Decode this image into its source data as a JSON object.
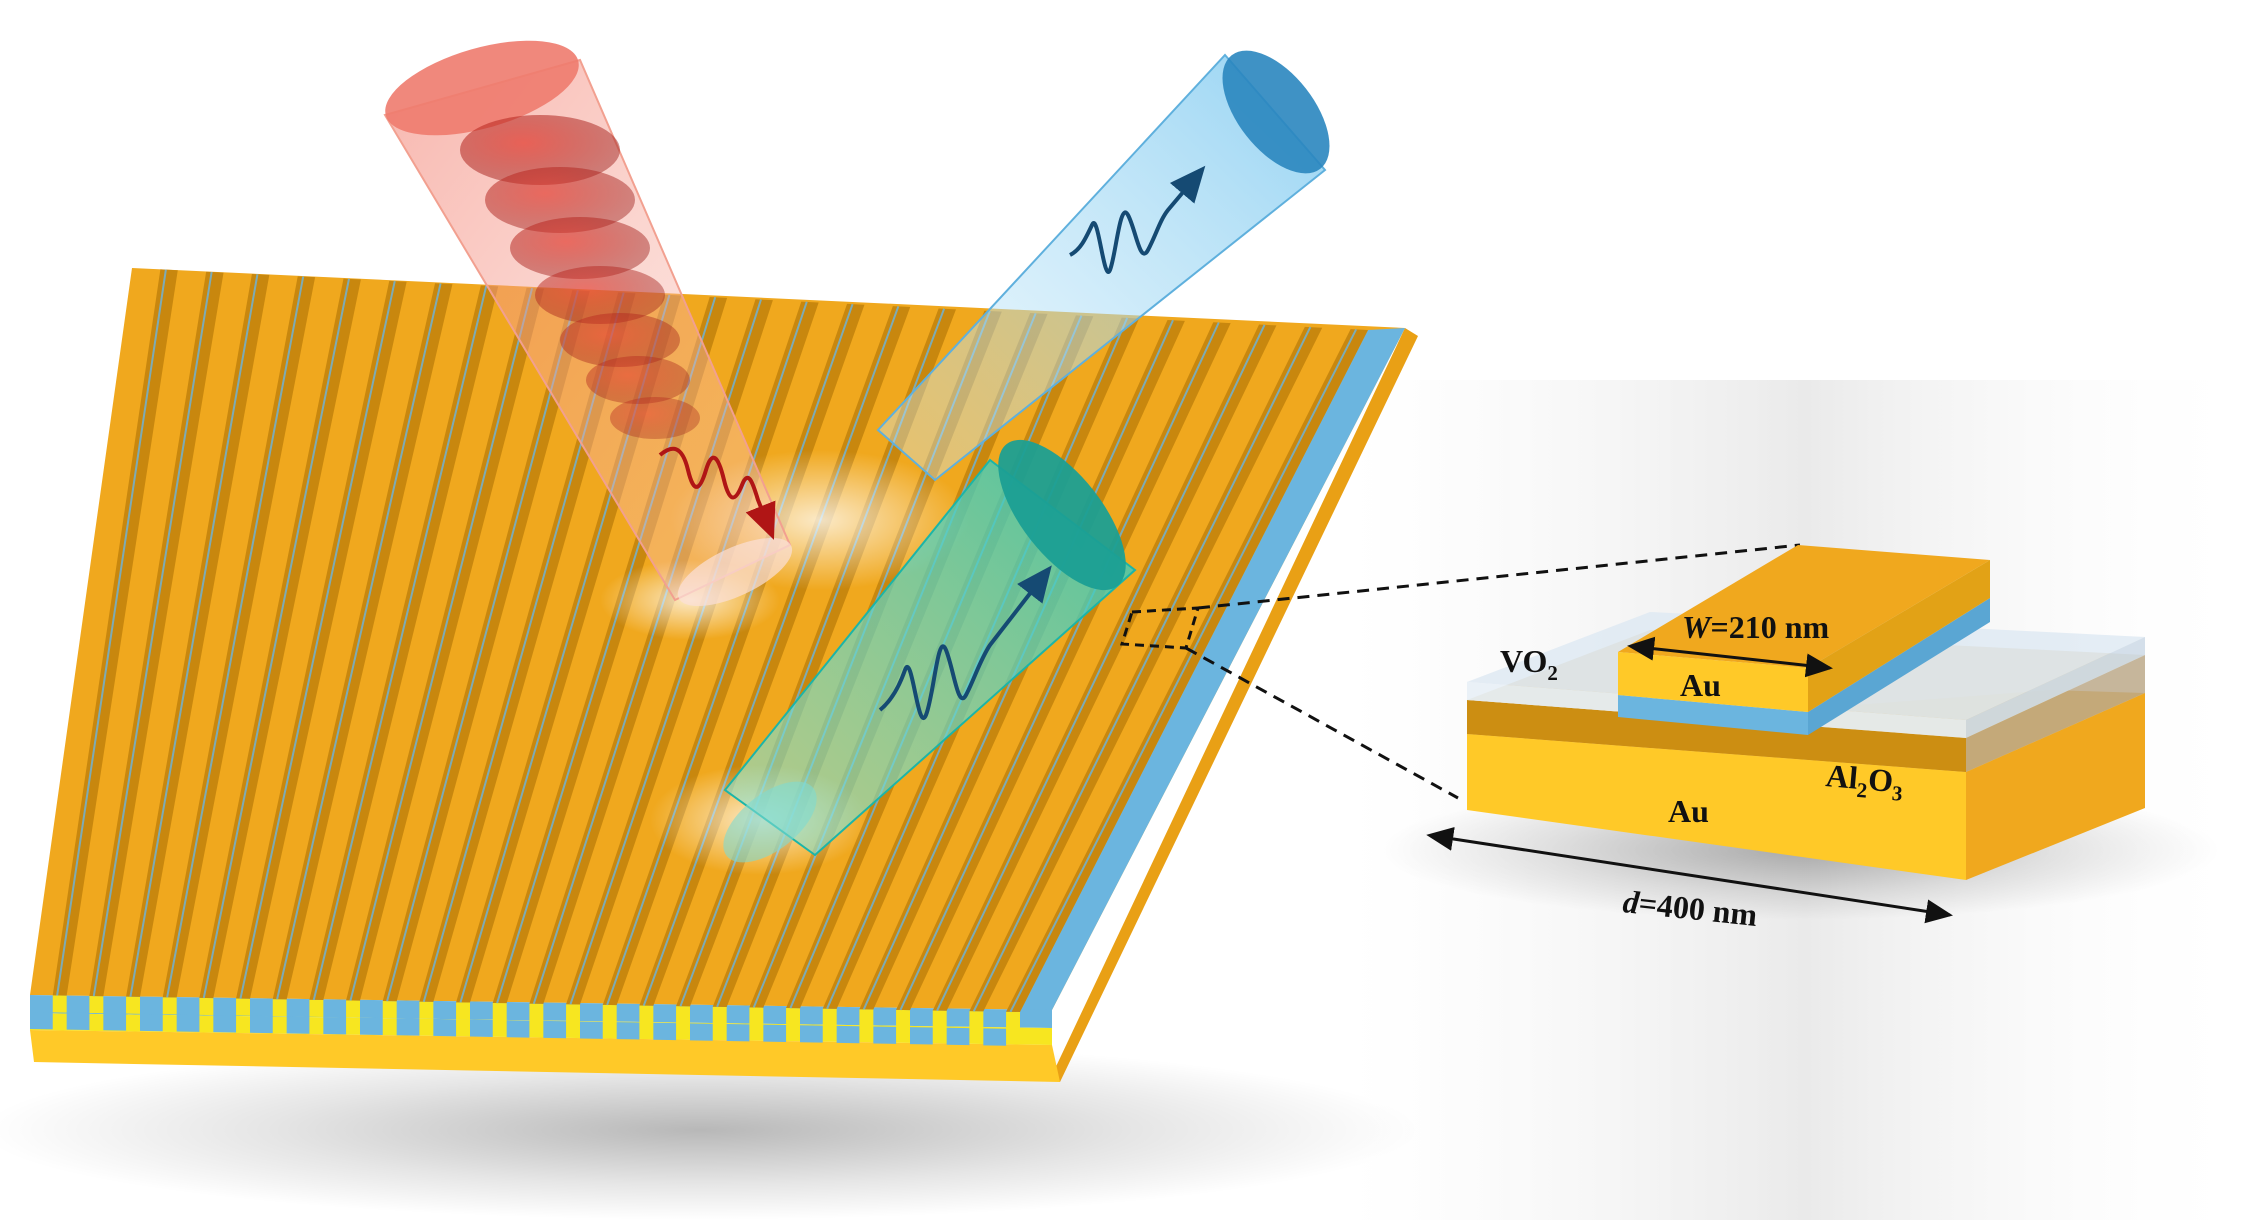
{
  "labels": {
    "vo2": {
      "main": "VO",
      "sub": "2"
    },
    "width": {
      "var": "W",
      "rest": "=210 nm"
    },
    "au_top": "Au",
    "al2o3": {
      "a": "Al",
      "s1": "2",
      "b": "O",
      "s2": "3"
    },
    "au_bottom": "Au",
    "period": {
      "var": "d",
      "rest": "=400 nm"
    }
  },
  "grating": {
    "stripe_count": 27
  },
  "colors": {
    "gold": "#F0A81E",
    "gold_light": "#FFC928",
    "gold_dark": "#C8870E",
    "vo2_blue": "#6BB5DF",
    "spacer_yellow": "#F7E620",
    "beam_red": "#E9705F",
    "beam_blue": "#2A86BF",
    "beam_green": "#1BB5A8",
    "arrow_red": "#B01515",
    "arrow_navy": "#154A73"
  }
}
